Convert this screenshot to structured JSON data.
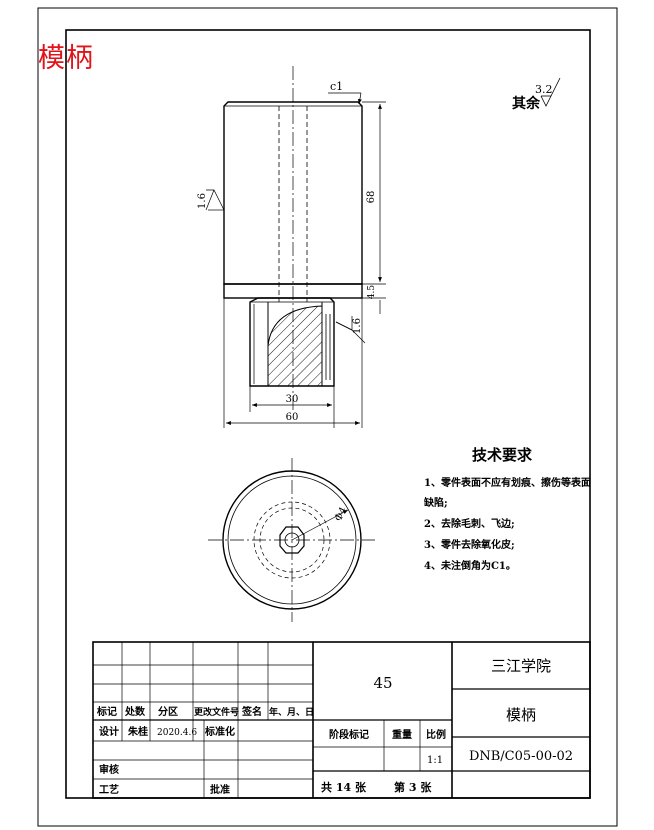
{
  "stamp": "模柄",
  "drawing": {
    "chamfer_label": "c1",
    "roughness_general_label": "其余",
    "roughness_general_value": "3.2",
    "roughness_side_value": "1.6",
    "roughness_step_value": "1.6",
    "dim_height": "68",
    "dim_step": "4.5",
    "dim_width_small": "30",
    "dim_width_large": "60",
    "dim_hole": "Φ4"
  },
  "tech": {
    "title": "技术要求",
    "items": [
      "1、零件表面不应有划痕、擦伤等表面",
      "缺陷;",
      "2、去除毛刺、飞边;",
      "3、零件去除氧化皮;",
      "4、未注倒角为C1。"
    ]
  },
  "title_block": {
    "material": "45",
    "school": "三江学院",
    "part_name": "模柄",
    "drawing_no": "DNB/C05-00-02",
    "headers": [
      "标记",
      "处数",
      "分区",
      "更改文件号",
      "签名",
      "年、月、日"
    ],
    "design_label": "设计",
    "designer": "朱桂",
    "design_date": "2020.4.6",
    "standardize_label": "标准化",
    "review_label": "审核",
    "process_label": "工艺",
    "approve_label": "批准",
    "stage_label": "阶段标记",
    "weight_label": "重量",
    "scale_label": "比例",
    "scale_value": "1:1",
    "sheets_text": "共 14 张",
    "sheet_no_text": "第 3 张"
  }
}
